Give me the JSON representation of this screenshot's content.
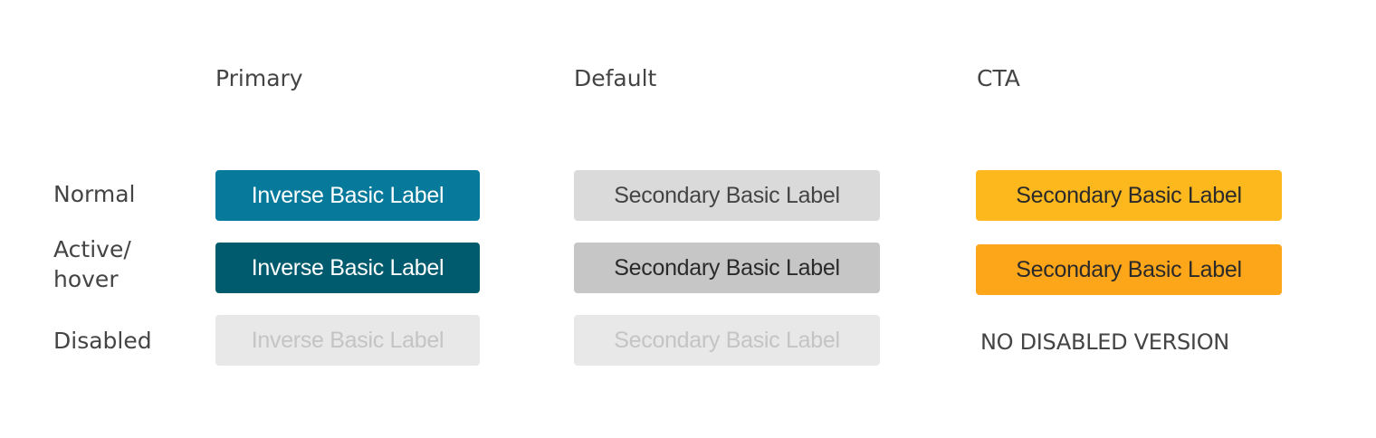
{
  "columns": {
    "primary": "Primary",
    "default": "Default",
    "cta": "CTA"
  },
  "rows": {
    "normal": "Normal",
    "active": "Active/ hover",
    "disabled": "Disabled"
  },
  "buttons": {
    "primary_label": "Inverse Basic Label",
    "secondary_label": "Secondary Basic Label"
  },
  "cta_disabled_note": "NO DISABLED VERSION",
  "colors": {
    "primary_normal": "#077a9b",
    "primary_active": "#015b6e",
    "disabled_bg": "#e8e8e8",
    "default_normal": "#dadada",
    "default_active": "#c6c6c6",
    "cta_normal": "#fdb81e",
    "cta_active": "#fea61a"
  }
}
